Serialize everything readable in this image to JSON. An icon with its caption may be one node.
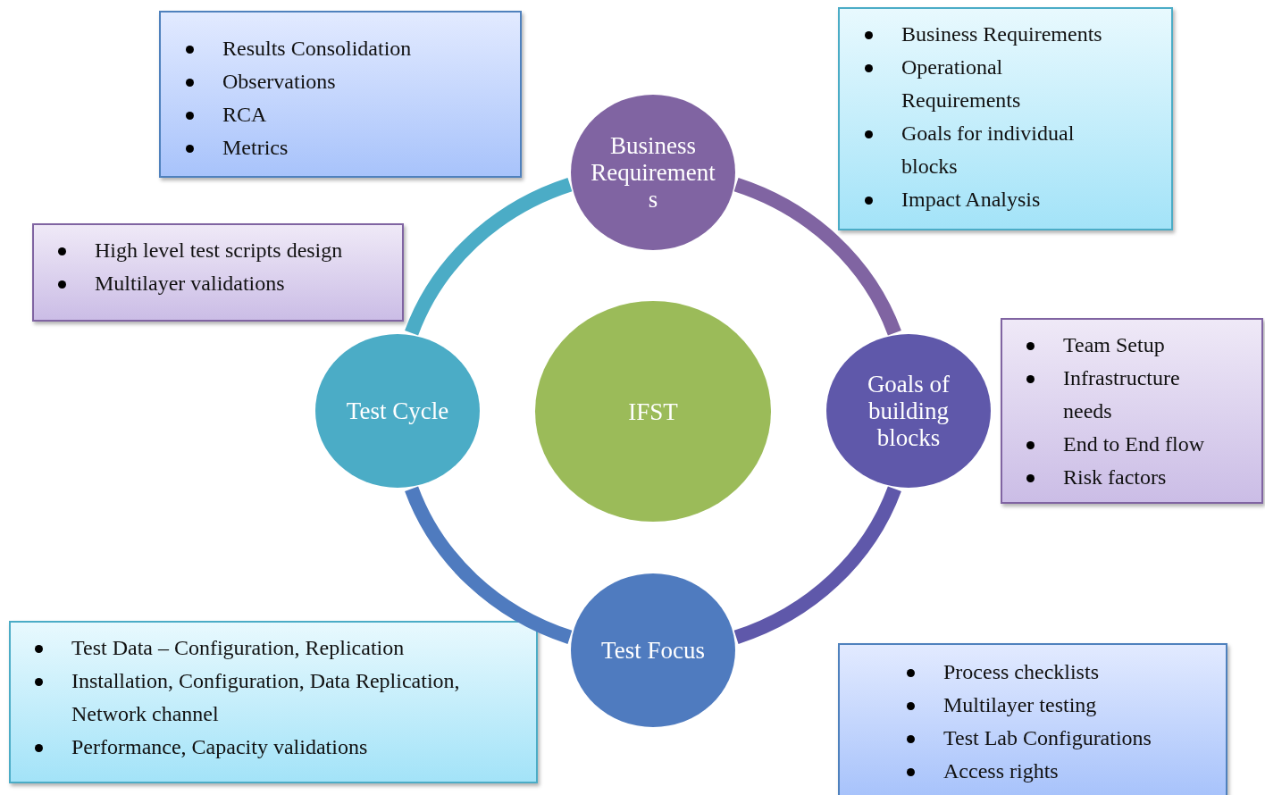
{
  "diagram": {
    "nodes": [
      {
        "text": [
          "Results Consolidation",
          "Observations",
          "RCA",
          "Metrics"
        ]
      },
      {
        "text": [
          "Business Requirements"
        ]
      },
      {
        "text": [
          "Business Requirements",
          "Operational Requirements",
          "Goals for individual blocks",
          "Impact Analysis"
        ]
      },
      {
        "text": [
          "High level test scripts design",
          "Multilayer validations"
        ]
      },
      {
        "text": [
          "Test Cycle"
        ]
      },
      {
        "text": [
          "IFST"
        ]
      },
      {
        "text": [
          "Goals of building blocks"
        ]
      },
      {
        "text": [
          "Team Setup",
          "Infrastructure needs",
          "End to End flow",
          "Risk factors"
        ]
      },
      {
        "text": [
          "Test Data – Configuration, Replication",
          "Installation, Configuration, Data Replication, Network channel",
          "Performance, Capacity validations"
        ]
      },
      {
        "text": [
          "Test Focus"
        ]
      },
      {
        "text": [
          "Process checklists",
          "Multilayer testing",
          "Test Lab Configurations",
          "Access rights"
        ]
      }
    ],
    "edges": [
      {
        "from": 1,
        "to": 6,
        "arrow": "none",
        "color": "#8064a2"
      },
      {
        "from": 6,
        "to": 9,
        "arrow": "none",
        "color": "#5f58aa"
      },
      {
        "from": 9,
        "to": 4,
        "arrow": "none",
        "color": "#4f7bbf"
      },
      {
        "from": 4,
        "to": 1,
        "arrow": "none",
        "color": "#4bacc6"
      }
    ]
  }
}
